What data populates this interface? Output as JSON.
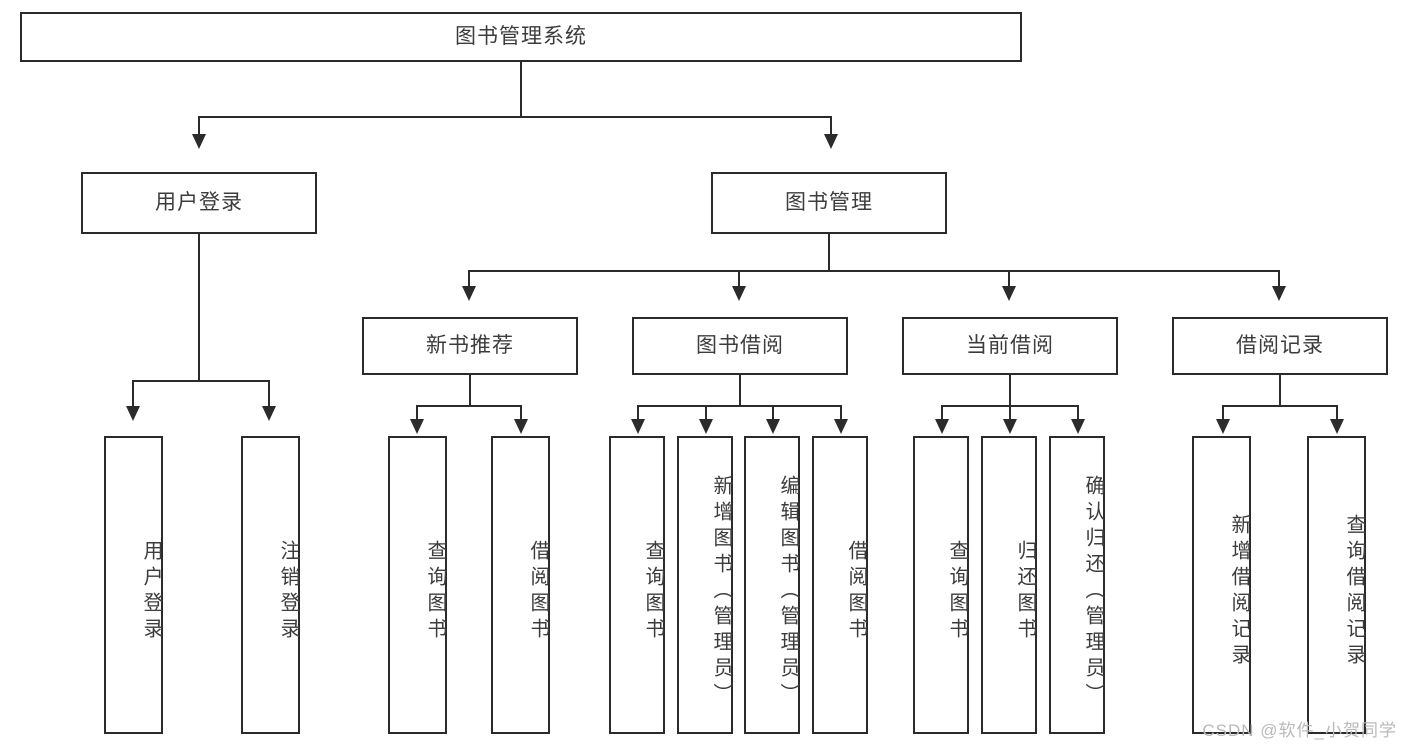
{
  "diagram": {
    "title": "图书管理系统",
    "type": "tree-hierarchy-diagram",
    "root": {
      "label": "图书管理系统"
    },
    "level2": [
      {
        "label": "用户登录"
      },
      {
        "label": "图书管理"
      }
    ],
    "level3": [
      {
        "label": "新书推荐"
      },
      {
        "label": "图书借阅"
      },
      {
        "label": "当前借阅"
      },
      {
        "label": "借阅记录"
      }
    ],
    "leaves": {
      "user_login": [
        {
          "label": "用户登录"
        },
        {
          "label": "注销登录"
        }
      ],
      "new_book_recommend": [
        {
          "label": "查询图书"
        },
        {
          "label": "借阅图书"
        }
      ],
      "book_borrow": [
        {
          "label": "查询图书"
        },
        {
          "label": "新增图书（管理员）"
        },
        {
          "label": "编辑图书（管理员）"
        },
        {
          "label": "借阅图书"
        }
      ],
      "current_borrow": [
        {
          "label": "查询图书"
        },
        {
          "label": "归还图书"
        },
        {
          "label": "确认归还（管理员）"
        }
      ],
      "borrow_record": [
        {
          "label": "新增借阅记录"
        },
        {
          "label": "查询借阅记录"
        }
      ]
    }
  },
  "watermark": {
    "text": "CSDN @软件_小贺同学"
  },
  "colors": {
    "stroke": "#2b2b2b",
    "text": "#3c3c3c",
    "background": "#ffffff",
    "watermark": "#b9b9b9"
  }
}
